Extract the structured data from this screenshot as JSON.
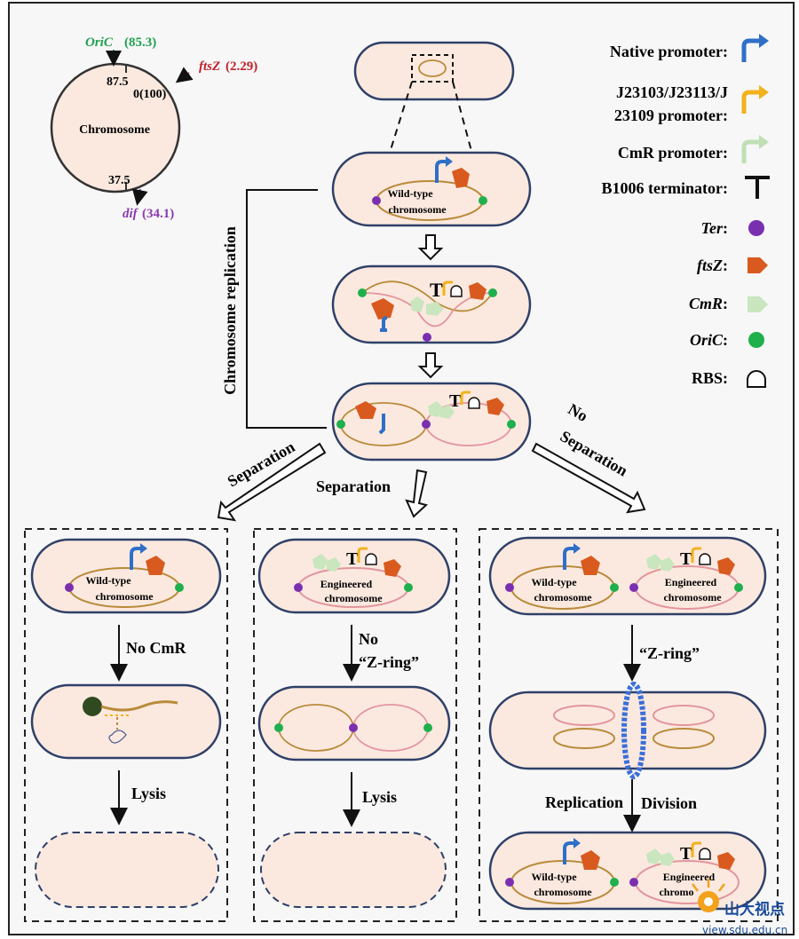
{
  "chromosome_map": {
    "title": "Chromosome",
    "oric_label": "OriC",
    "oric_value": "(85.3)",
    "ftsz_label": "ftsZ",
    "ftsz_value": "(2.29)",
    "dif_label": "dif",
    "dif_value": "(34.1)",
    "tick_top": "87.5",
    "tick_zero": "0(100)",
    "tick_bottom": "37.5"
  },
  "legend": {
    "native_promoter": "Native promoter:",
    "j_promoter_line1": "J23103/J23113/J",
    "j_promoter_line2": "23109 promoter:",
    "cmr_promoter": "CmR promoter:",
    "terminator": "B1006 terminator:",
    "ter": "Ter",
    "ftsz": "ftsZ",
    "cmr": "CmR",
    "oric": "OriC",
    "rbs": "RBS:",
    "colon": ":"
  },
  "labels": {
    "chromosome_replication": "Chromosome replication",
    "wild_type_line1": "Wild-type",
    "wild_type_line2": "chromosome",
    "engineered_line1": "Engineered",
    "engineered_line2": "chromosome",
    "engineered_partial": "chromo",
    "separation_left": "Separation",
    "separation_mid": "Separation",
    "no_sep_line1": "No",
    "no_sep_line2": "Separation",
    "no_cmr": "No CmR",
    "lysis": "Lysis",
    "no_zring_line1": "No",
    "no_zring_line2": "“Z-ring”",
    "zring": "“Z-ring”",
    "replication": "Replication",
    "division": "Division"
  },
  "watermark": {
    "brand": "山大视点",
    "url": "view.sdu.edu.cn"
  },
  "colors": {
    "cell_fill": "#fbe9df",
    "cell_stroke": "#2f4068",
    "wild_chromosome": "#b98a3a",
    "engineered_chromosome": "#e3959c",
    "native_promoter": "#2f6fc8",
    "j_promoter": "#f2b21c",
    "cmr_promoter": "#bfdfb5",
    "ter": "#7a2fb0",
    "ftsz": "#d95a1f",
    "cmr": "#c9e6bf",
    "oric": "#1fb04d",
    "oric_text": "#1fa050",
    "ftsz_text": "#c0202a",
    "dif_text": "#8a3ab0",
    "zring": "#3b6fd8"
  }
}
